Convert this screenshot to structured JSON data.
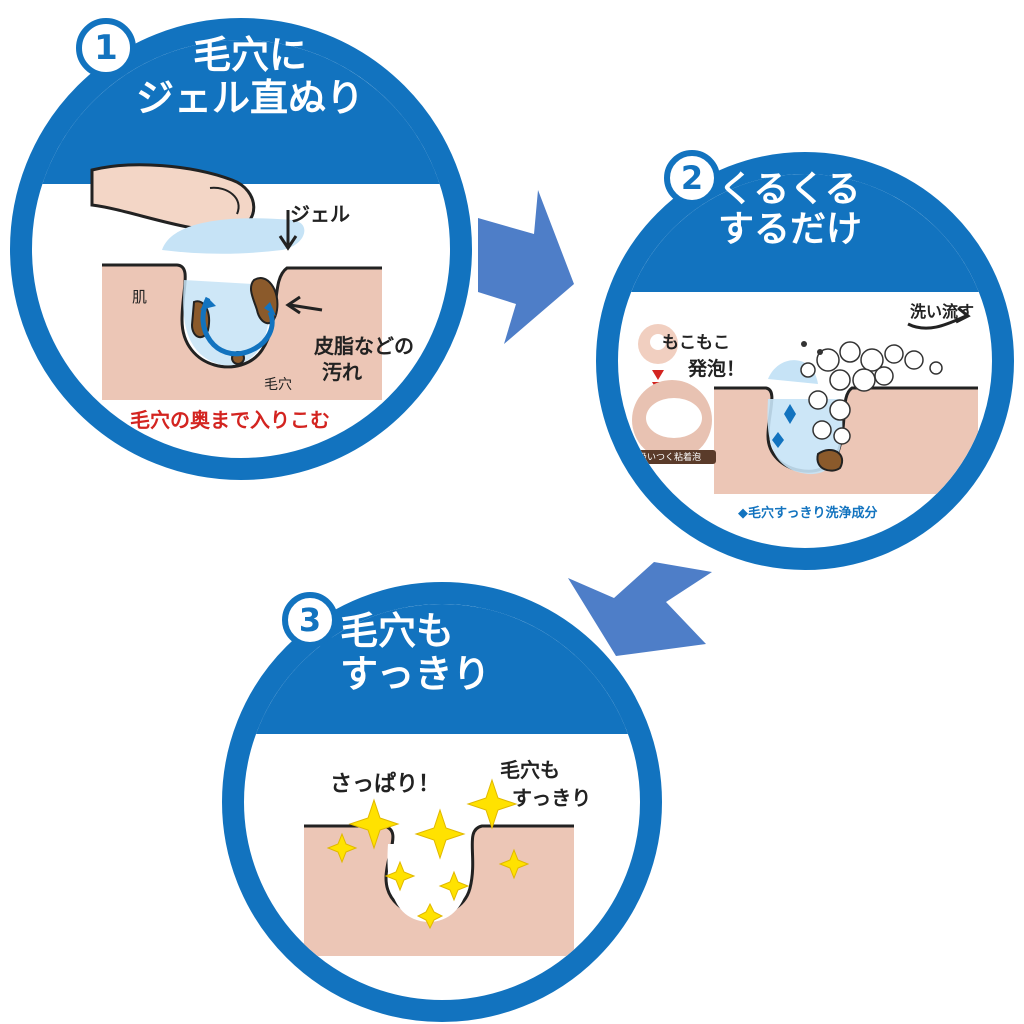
{
  "colors": {
    "blue": "#1273bf",
    "arrow": "#4e7ec8",
    "skin": "#ecc6b6",
    "gel": "#c6e3f6",
    "dirt": "#8b5a2b",
    "sparkle": "#ffe200"
  },
  "step1": {
    "number": "1",
    "title_line1": "毛穴に",
    "title_line2": "ジェル直ぬり",
    "label_gel": "ジェル",
    "label_skin": "肌",
    "label_sebum_line1": "皮脂などの",
    "label_sebum_line2": "汚れ",
    "label_pore": "毛穴",
    "caption": "毛穴の奥まで入りこむ"
  },
  "step2": {
    "number": "2",
    "title_line1": "くるくる",
    "title_line2": "するだけ",
    "label_foam_line1": "もこもこ",
    "label_foam_line2": "発泡！",
    "label_rinse": "洗い流す",
    "label_foam_photo": "吸いつく粘着泡",
    "caption": "◆毛穴すっきり洗浄成分"
  },
  "step3": {
    "number": "3",
    "title_line1": "毛穴も",
    "title_line2": "すっきり",
    "label_fresh": "さっぱり！",
    "label_clear_line1": "毛穴も",
    "label_clear_line2": "すっきり"
  }
}
